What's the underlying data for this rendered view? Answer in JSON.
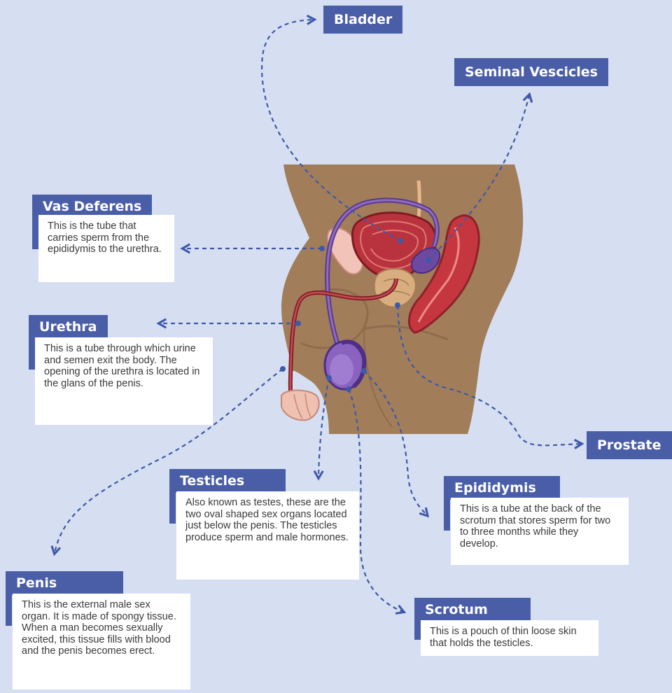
{
  "labels": {
    "bladder": "Bladder",
    "seminal_vesicles": "Seminal Vescicles",
    "vas_deferens": "Vas Deferens",
    "urethra": "Urethra",
    "prostate": "Prostate",
    "testicles": "Testicles",
    "epididymis": "Epididymis",
    "penis": "Penis",
    "scrotum": "Scrotum"
  },
  "descriptions": {
    "vas_deferens": "This is the tube that carries sperm from the epididymis to the urethra.",
    "urethra": "This is a tube through which urine and semen exit the body. The opening of the urethra is located in the glans of the penis.",
    "testicles": "Also known as testes, these are the two oval shaped sex organs located just below the penis. The testicles produce sperm and male hormones.",
    "epididymis": "This is a tube at the back of the scrotum that stores sperm for two to three months while they develop.",
    "penis": "This is the external male sex organ. It is made of spongy tissue. When a man becomes sexually excited, this tissue fills with blood and the penis becomes erect.",
    "scrotum": "This is a pouch of thin loose skin that holds the testicles."
  },
  "colors": {
    "background": "#d6dff2",
    "label_bg": "#4a5ea8",
    "leader_line": "#3f59a8",
    "skin": "#a17d5a",
    "organ_red": "#b8333d",
    "tube_purple": "#6a3f97"
  }
}
